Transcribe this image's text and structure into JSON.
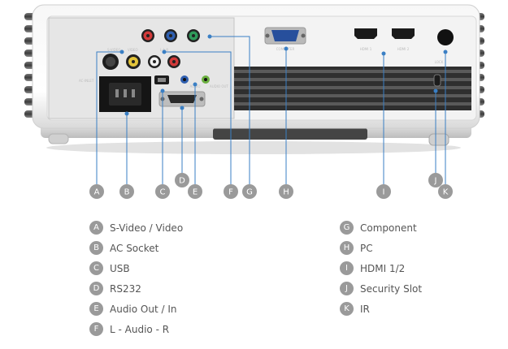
{
  "panel_labels": {
    "svideo": "S-VIDEO",
    "video": "VIDEO",
    "lar": "L-A-R",
    "computer": "COMPUTER",
    "hdmi1": "HDMI 1",
    "hdmi2": "HDMI 2",
    "lock": "LOCK",
    "ac_in": "AC-INLET",
    "audio": "AUDIO",
    "audio_out": "AUDIO OUT"
  },
  "markers": [
    "A",
    "B",
    "C",
    "D",
    "E",
    "F",
    "G",
    "H",
    "I",
    "J",
    "K"
  ],
  "legend_left": [
    {
      "key": "A",
      "label": "S-Video / Video"
    },
    {
      "key": "B",
      "label": "AC Socket"
    },
    {
      "key": "C",
      "label": "USB"
    },
    {
      "key": "D",
      "label": "RS232"
    },
    {
      "key": "E",
      "label": "Audio Out / In"
    },
    {
      "key": "F",
      "label": "L - Audio - R"
    }
  ],
  "legend_right": [
    {
      "key": "G",
      "label": "Component"
    },
    {
      "key": "H",
      "label": "PC"
    },
    {
      "key": "I",
      "label": "HDMI 1/2"
    },
    {
      "key": "J",
      "label": "Security Slot"
    },
    {
      "key": "K",
      "label": "IR"
    }
  ],
  "colors": {
    "callout": "#3a7fc4",
    "badge": "#9a9a9a",
    "panel": "#ececec",
    "body": "#ffffff",
    "vent": "#555555",
    "text": "#555555"
  }
}
